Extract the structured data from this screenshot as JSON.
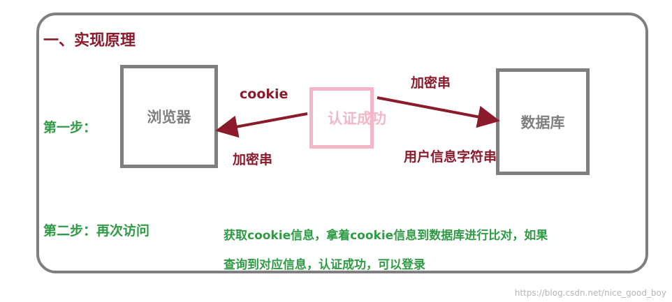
{
  "title": "一、实现原理",
  "steps": {
    "step1": "第一步：",
    "step2": "第二步：再次访问"
  },
  "boxes": {
    "browser": "浏览器",
    "auth": "认证成功",
    "database": "数据库"
  },
  "labels": {
    "cookie": "cookie",
    "encrypted_left": "加密串",
    "encrypted_right": "加密串",
    "user_info": "用户信息字符串"
  },
  "description": {
    "line1": "获取cookie信息，拿着cookie信息到数据库进行比对，如果",
    "line2": "查询到对应信息，认证成功，可以登录"
  },
  "watermark": "https://blog.csdn.net/nice_good_boy",
  "colors": {
    "dark_red": "#8b1a2b",
    "green": "#2e9b44",
    "gray": "#7f7f7f",
    "pink": "#f4b6c6"
  }
}
